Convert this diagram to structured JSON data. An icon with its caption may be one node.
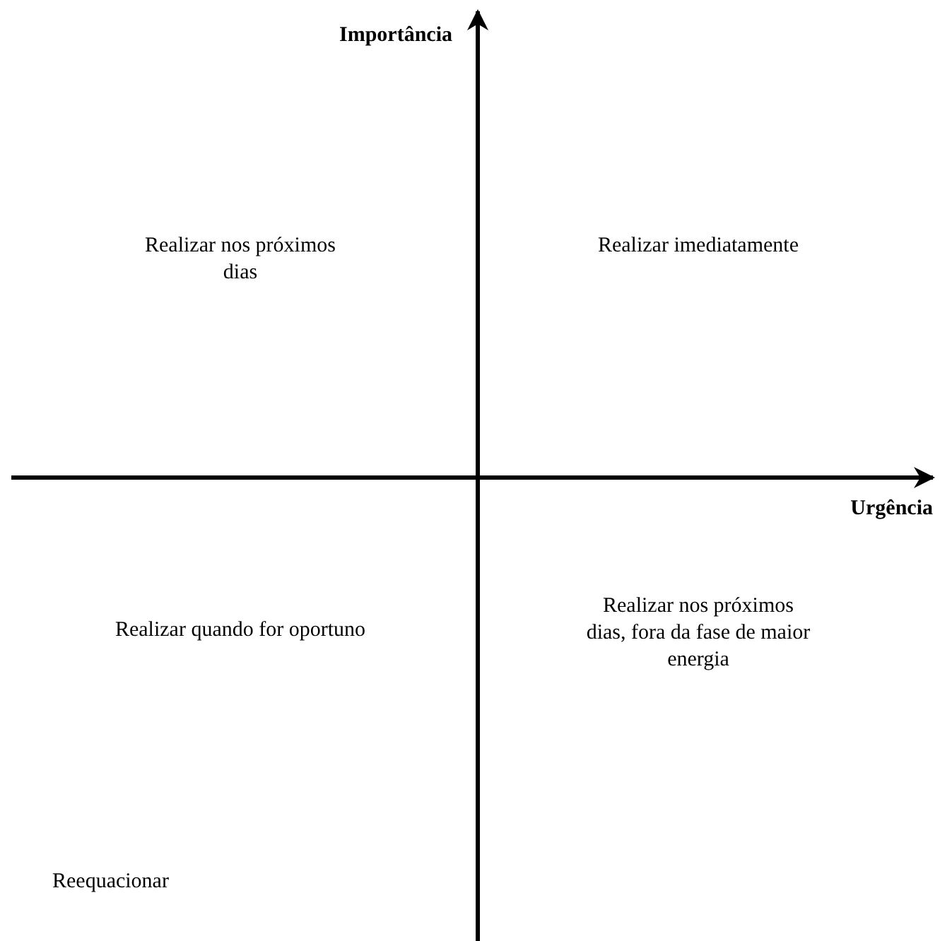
{
  "diagram": {
    "labels": [
      "Importância",
      "Realizar nos próximos dias",
      "Realizar imediatamente",
      "Urgência",
      "Realizar quando for oportuno",
      "Realizar nos próximos dias, fora da fase de maior energia",
      "Reequacionar"
    ]
  }
}
